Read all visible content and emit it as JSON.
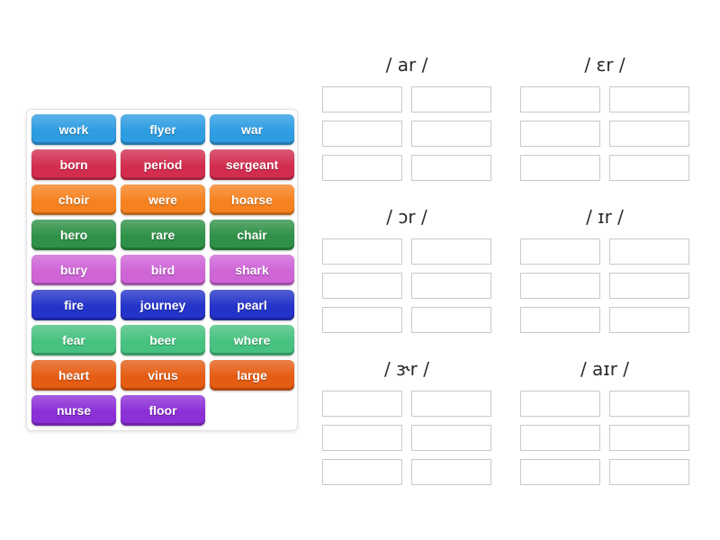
{
  "page": {
    "background": "#ffffff"
  },
  "word_bank": {
    "words": [
      {
        "label": "work",
        "color": "#2d9ce1"
      },
      {
        "label": "flyer",
        "color": "#2d9ce1"
      },
      {
        "label": "war",
        "color": "#2d9ce1"
      },
      {
        "label": "born",
        "color": "#d22c4e"
      },
      {
        "label": "period",
        "color": "#d22c4e"
      },
      {
        "label": "sergeant",
        "color": "#d22c4e"
      },
      {
        "label": "choir",
        "color": "#f5821f"
      },
      {
        "label": "were",
        "color": "#f5821f"
      },
      {
        "label": "hoarse",
        "color": "#f5821f"
      },
      {
        "label": "hero",
        "color": "#2e9147"
      },
      {
        "label": "rare",
        "color": "#2e9147"
      },
      {
        "label": "chair",
        "color": "#2e9147"
      },
      {
        "label": "bury",
        "color": "#ce64d6"
      },
      {
        "label": "bird",
        "color": "#ce64d6"
      },
      {
        "label": "shark",
        "color": "#ce64d6"
      },
      {
        "label": "fire",
        "color": "#2433c9"
      },
      {
        "label": "journey",
        "color": "#2433c9"
      },
      {
        "label": "pearl",
        "color": "#2433c9"
      },
      {
        "label": "fear",
        "color": "#46c17f"
      },
      {
        "label": "beer",
        "color": "#46c17f"
      },
      {
        "label": "where",
        "color": "#46c17f"
      },
      {
        "label": "heart",
        "color": "#e55c13"
      },
      {
        "label": "virus",
        "color": "#e55c13"
      },
      {
        "label": "large",
        "color": "#e55c13"
      },
      {
        "label": "nurse",
        "color": "#8b2fd6"
      },
      {
        "label": "floor",
        "color": "#8b2fd6"
      }
    ]
  },
  "groups": [
    {
      "label": "/ ar /",
      "slots": 6
    },
    {
      "label": "/ ɛr /",
      "slots": 6
    },
    {
      "label": "/ ɔr /",
      "slots": 6
    },
    {
      "label": "/ ɪr /",
      "slots": 6
    },
    {
      "label": "/ ɝr /",
      "slots": 6
    },
    {
      "label": "/ aɪr /",
      "slots": 6
    }
  ]
}
